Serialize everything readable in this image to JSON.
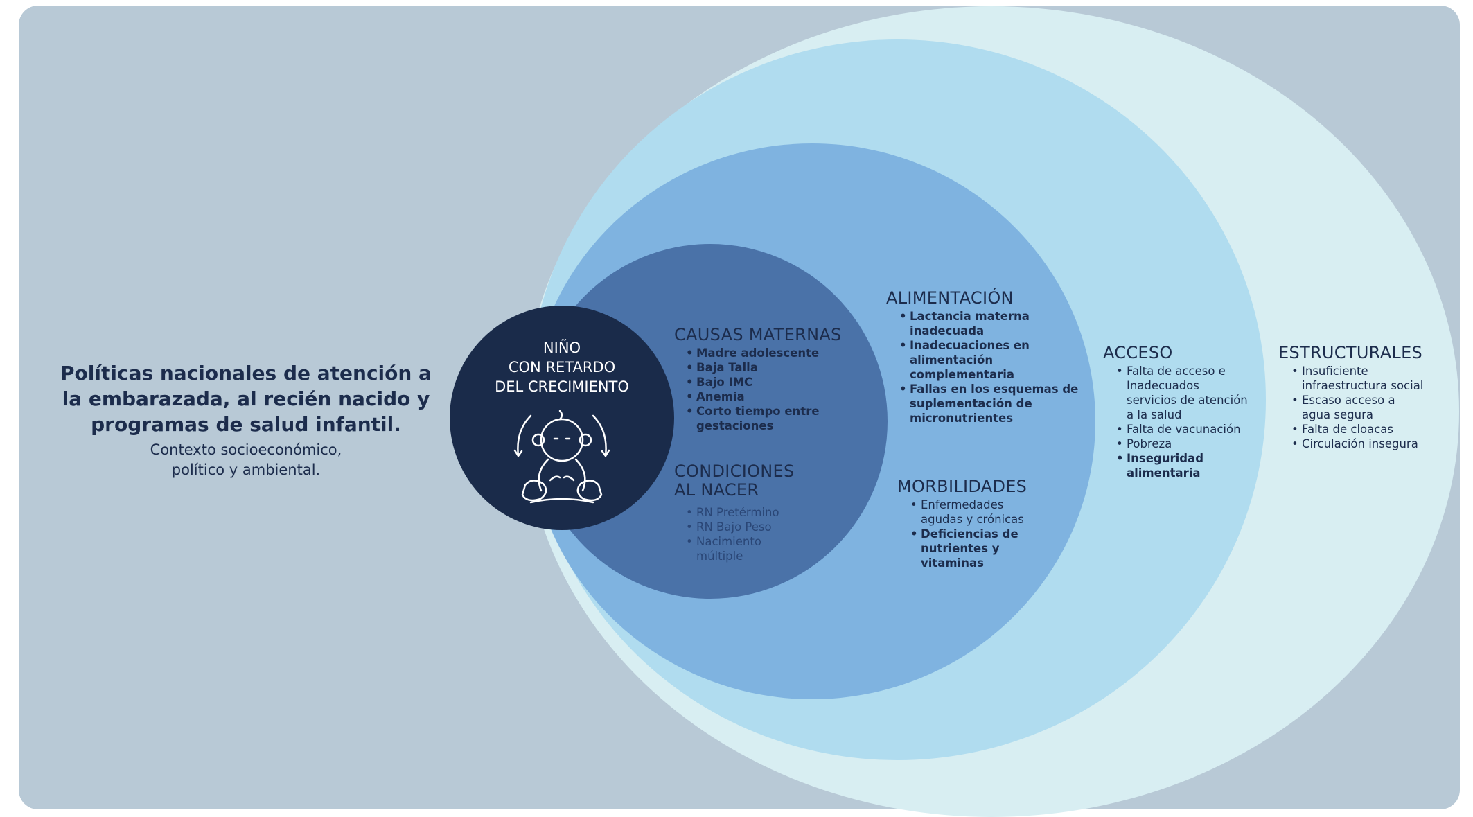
{
  "colors": {
    "background": "#b8c9d6",
    "ring_structural": "#d8eef2",
    "ring_access": "#b0dcef",
    "ring_alimentacion": "#7fb3e0",
    "ring_maternas": "#4a72a8",
    "center": "#1a2b4a"
  },
  "left": {
    "title_lines": [
      "Políticas nacionales de atención a",
      "la embarazada, al recién nacido y",
      "programas de salud infantil."
    ],
    "sub_lines": [
      "Contexto socioeconómico,",
      "político y ambiental."
    ]
  },
  "center": {
    "lines": [
      "NIÑO",
      "CON RETARDO",
      "DEL CRECIMIENTO"
    ],
    "icon": "baby-icon"
  },
  "causas": {
    "title": "CAUSAS MATERNAS",
    "items": [
      "Madre adolescente",
      "Baja Talla",
      "Bajo IMC",
      "Anemia",
      "Corto tiempo entre",
      "gestaciones"
    ]
  },
  "condiciones": {
    "title_lines": [
      "CONDICIONES",
      "AL NACER"
    ],
    "items": [
      "RN Pretérmino",
      "RN Bajo Peso",
      "Nacimiento",
      "múltiple"
    ]
  },
  "alimentacion": {
    "title": "ALIMENTACIÓN",
    "items": [
      "Lactancia materna",
      "inadecuada",
      "Inadecuaciones en",
      "alimentación",
      "complementaria",
      "Fallas en los esquemas de",
      "suplementación de",
      "micronutrientes"
    ]
  },
  "morbilidades": {
    "title": "MORBILIDADES",
    "items": [
      "Enfermedades",
      "agudas y crónicas",
      "Deficiencias de",
      "nutrientes y",
      "vitaminas"
    ]
  },
  "acceso": {
    "title": "ACCESO",
    "items": [
      "Falta de acceso e",
      "Inadecuados",
      "servicios de atención",
      "a la salud",
      "Falta de vacunación",
      "Pobreza",
      "Inseguridad",
      "alimentaria"
    ]
  },
  "estructurales": {
    "title": "ESTRUCTURALES",
    "items": [
      "Insuficiente",
      "infraestructura social",
      "Escaso acceso a",
      "agua segura",
      "Falta de cloacas",
      "Circulación insegura"
    ]
  }
}
